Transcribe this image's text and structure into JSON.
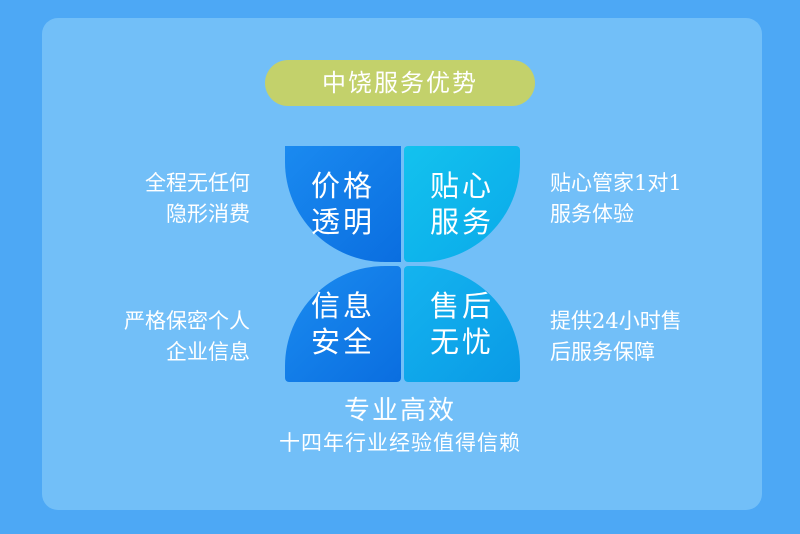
{
  "title": "中饶服务优势",
  "left_top": [
    "全程无任何",
    "隐形消费"
  ],
  "right_top": [
    "贴心管家1对1",
    "服务体验"
  ],
  "left_bottom": [
    "严格保密个人",
    "企业信息"
  ],
  "right_bottom": [
    "提供24小时售",
    "后服务保障"
  ],
  "petals": [
    {
      "line1": "价格",
      "line2": "透明"
    },
    {
      "line1": "贴心",
      "line2": "服务"
    },
    {
      "line1": "信息",
      "line2": "安全"
    },
    {
      "line1": "售后",
      "line2": "无忧"
    }
  ],
  "bottom": {
    "heading": "专业高效",
    "subheading": "十四年行业经验值得信赖"
  },
  "colors": {
    "background": "#4da8f5",
    "card": "#72bff8",
    "title_pill": "#c3d16b"
  }
}
